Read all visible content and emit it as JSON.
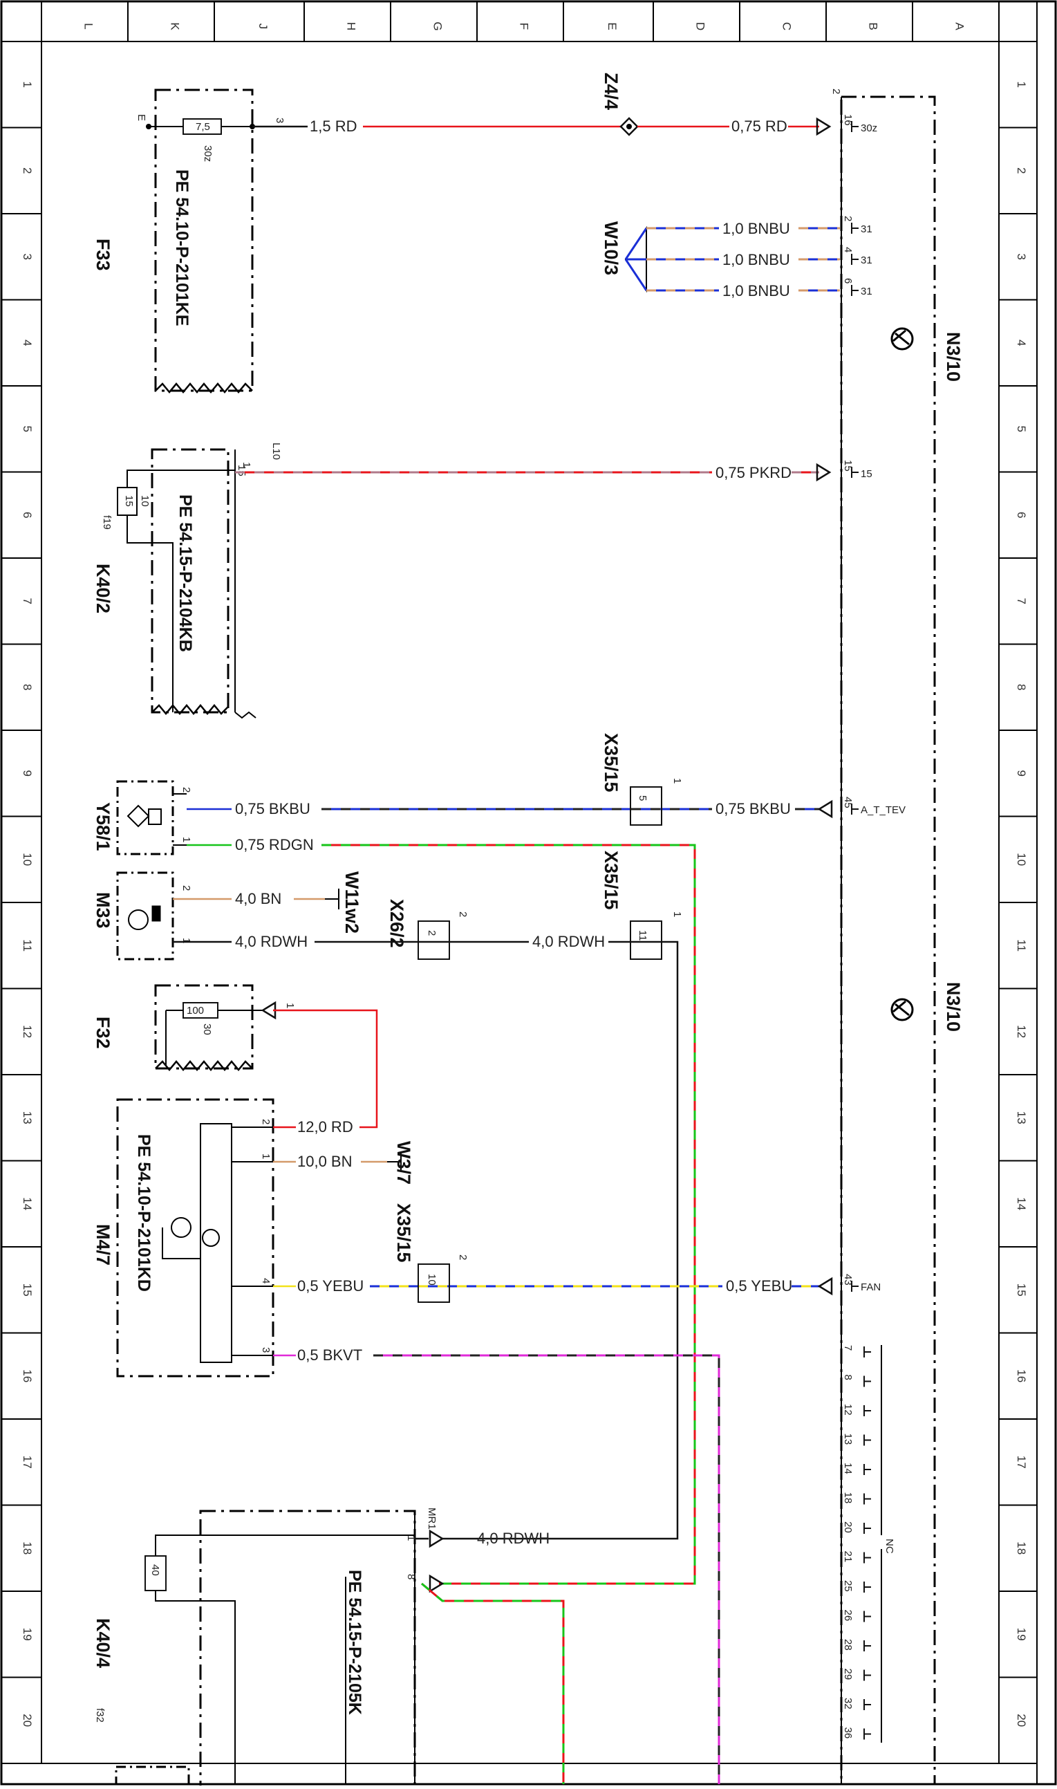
{
  "grid": {
    "columns": [
      "L",
      "K",
      "J",
      "H",
      "G",
      "F",
      "E",
      "D",
      "C",
      "B",
      "A"
    ],
    "rows": [
      "1",
      "2",
      "3",
      "4",
      "5",
      "6",
      "7",
      "8",
      "9",
      "10",
      "11",
      "12",
      "13",
      "14",
      "15",
      "16",
      "17",
      "18",
      "19",
      "20"
    ]
  },
  "components": {
    "F33": "F33",
    "K40_2": "K40/2",
    "Y58_1": "Y58/1",
    "M33": "M33",
    "F32": "F32",
    "M4_7": "M4/7",
    "K40_4": "K40/4",
    "N3_10a": "N3/10",
    "N3_10b": "N3/10",
    "Z4_4": "Z4/4",
    "W10_3": "W10/3",
    "X35_15a": "X35/15",
    "X35_15b": "X35/15",
    "X35_15c": "X35/15",
    "X26_2": "X26/2",
    "W11w2": "W11w2",
    "W3_7": "W3/7",
    "f19": "f19",
    "f32": "f32",
    "L10": "L10",
    "MR1": "MR1"
  },
  "refs": {
    "F33": "PE 54.10-P-2101KE",
    "K40_2": "PE 54.15-P-2104KB",
    "M4_7": "PE 54.10-P-2101KD",
    "K40_4": "PE 54.15-P-2105K"
  },
  "wires": {
    "w1": "1,5 RD",
    "w2": "0,75 RD",
    "w3a": "1,0 BNBU",
    "w3b": "1,0 BNBU",
    "w3c": "1,0 BNBU",
    "w4": "0,75 PKRD",
    "w5a": "0,75 BKBU",
    "w5b": "0,75 BKBU",
    "w6": "0,75 RDGN",
    "w7": "4,0 BN",
    "w8a": "4,0 RDWH",
    "w8b": "4,0 RDWH",
    "w9": "12,0 RD",
    "w10": "10,0 BN",
    "w11a": "0,5 YEBU",
    "w11b": "0,5 YEBU",
    "w12": "0,5 BKVT",
    "w13": "4,0 RDWH"
  },
  "terminals": {
    "t30z": "30z",
    "t31a": "31",
    "t31b": "31",
    "t31c": "31",
    "t15": "15",
    "tA_T_TEV": "A_T_TEV",
    "tFAN": "FAN",
    "tNC": "NC"
  },
  "pins": {
    "n16": "16",
    "n2": "2",
    "n4": "4",
    "n6": "6",
    "n15": "15",
    "n45": "45",
    "n43": "43",
    "nc_list": [
      "7",
      "8",
      "12",
      "13",
      "14",
      "18",
      "20",
      "21",
      "25",
      "26",
      "28",
      "29",
      "32",
      "36"
    ],
    "f33_pin": "3",
    "f33_amp": "7,5",
    "f33_term": "30z",
    "f33_e": "E",
    "k402_pin": "1",
    "k402_15": "15",
    "k402_fuse": "15",
    "k402_10": "10",
    "y581_p2": "2",
    "y581_p1": "1",
    "m33_p2": "2",
    "m33_p1": "1",
    "f32_amp": "100",
    "f32_30": "30",
    "f32_1": "1",
    "m47_p2": "2",
    "m47_p1": "1",
    "m47_p4": "4",
    "m47_p3": "3",
    "x3515a_1": "1",
    "x3515a_5": "5",
    "x3515b_1": "1",
    "x3515b_11": "11",
    "x3515c_2": "2",
    "x3515c_10": "10",
    "x262_2a": "2",
    "x262_2b": "2",
    "k404_40": "40",
    "k404_p1": "1",
    "k404_p8": "8",
    "n310_2": "2"
  },
  "colors": {
    "red": "#e8141b",
    "blue": "#1a2fd6",
    "green": "#17c41a",
    "yellow": "#f2e21a",
    "brown": "#d49a6a",
    "pink": "#e02ad8",
    "black": "#111111"
  },
  "icons": [
    "ground-symbol-icon",
    "fan-motor-icon",
    "solenoid-valve-icon",
    "blower-motor-icon"
  ]
}
